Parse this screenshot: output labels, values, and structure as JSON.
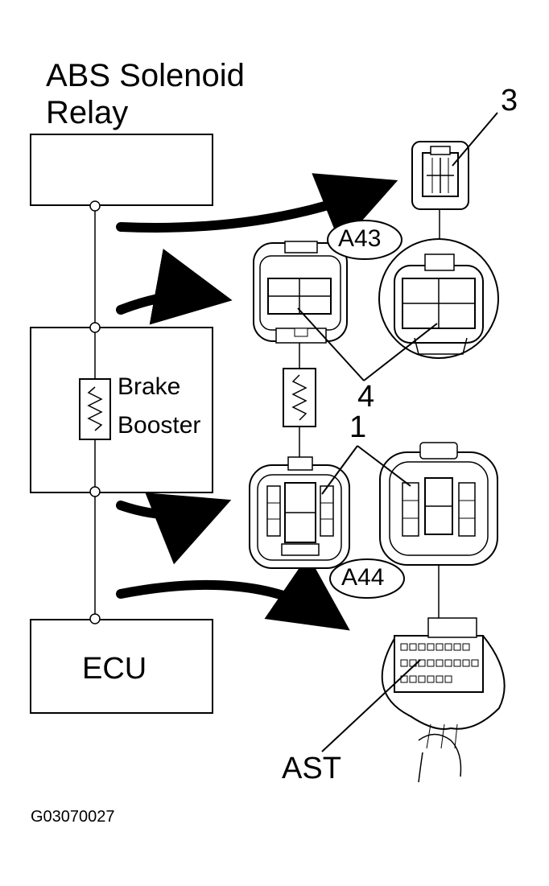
{
  "title_line1": "ABS Solenoid",
  "title_line2": "Relay",
  "brake_booster_line1": "Brake",
  "brake_booster_line2": "Booster",
  "ecu_label": "ECU",
  "connector_a43": "A43",
  "connector_a44": "A44",
  "callout_1": "1",
  "callout_3": "3",
  "callout_4": "4",
  "callout_ast": "AST",
  "figure_code": "G03070027"
}
